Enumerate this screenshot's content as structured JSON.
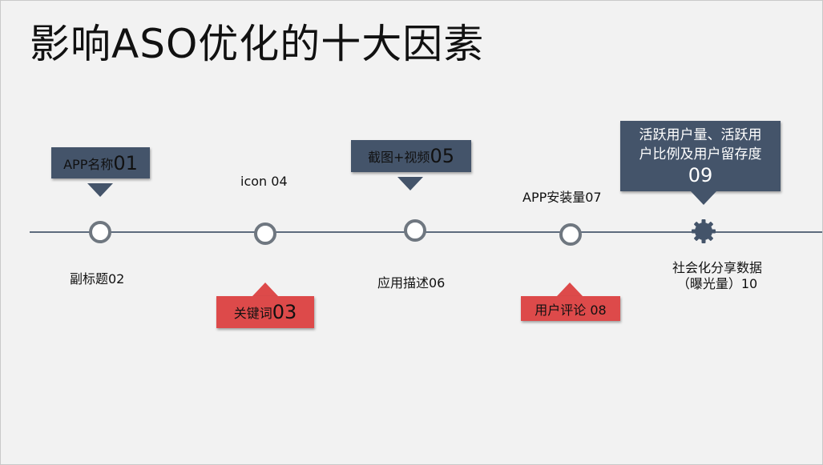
{
  "title": "影响ASO优化的十大因素",
  "factors": {
    "f01": {
      "label": "APP名称",
      "num": "01"
    },
    "f02": {
      "text": "副标题02"
    },
    "f03": {
      "label": "关键词",
      "num": "03"
    },
    "f04": {
      "text": "icon 04"
    },
    "f05": {
      "label": "截图+视频 ",
      "num": "05"
    },
    "f06": {
      "text": "应用描述06"
    },
    "f07": {
      "text": "APP安装量07"
    },
    "f08": {
      "text": "用户评论 08"
    },
    "f09": {
      "line1": "活跃用户量、活跃用",
      "line2": "户比例及用户留存度",
      "num": "09"
    },
    "f10": {
      "line1": "社会化分享数据",
      "line2": "（曝光量）10"
    }
  },
  "colors": {
    "navy": "#44546a",
    "red": "#dd4a4a",
    "line": "#5d6b7d",
    "node_ring": "#6f7780",
    "background": "#f2f2f2"
  },
  "icons": {
    "node": "hollow-circle",
    "final_node": "gear"
  }
}
